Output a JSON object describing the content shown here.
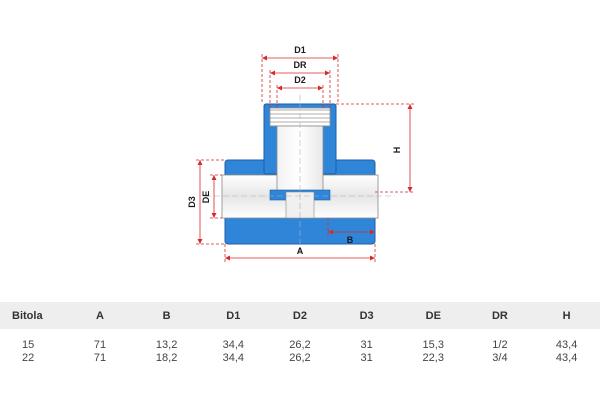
{
  "drawing": {
    "dimension_labels": {
      "d1": "D1",
      "dr": "DR",
      "d2": "D2",
      "h": "H",
      "d3": "D3",
      "de": "DE",
      "a": "A",
      "b": "B"
    },
    "colors": {
      "fitting_blue": "#2f86d9",
      "dimension_red": "#d62b2b",
      "outline_gray": "#8a8a8a"
    }
  },
  "table": {
    "headers": [
      "Bitola",
      "A",
      "B",
      "D1",
      "D2",
      "D3",
      "DE",
      "DR",
      "H"
    ],
    "rows": [
      [
        "15",
        "71",
        "13,2",
        "34,4",
        "26,2",
        "31",
        "15,3",
        "1/2",
        "43,4"
      ],
      [
        "22",
        "71",
        "18,2",
        "34,4",
        "26,2",
        "31",
        "22,3",
        "3/4",
        "43,4"
      ]
    ]
  }
}
